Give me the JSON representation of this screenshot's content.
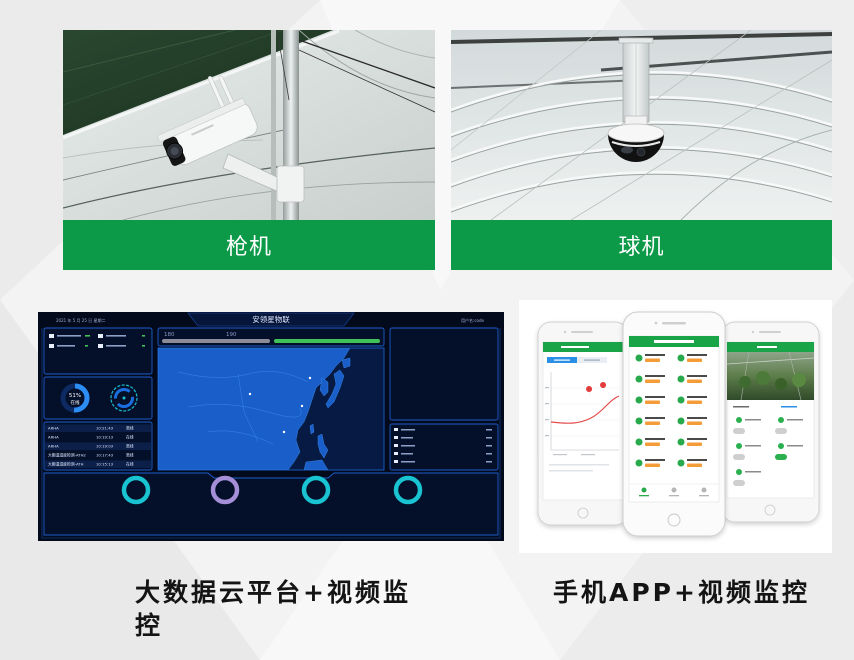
{
  "colors": {
    "label_green": "#0c9a48",
    "dashboard_bg": "#030a1b",
    "dashboard_border": "#1d5ccc",
    "map_land": "#1a5fc9",
    "map_sea": "#071a44",
    "ring_blue": "#2c8df5",
    "ring_cyan": "#19c3d2",
    "ring_purple": "#a48fd8",
    "app_green": "#1aa64b",
    "value_orange": "#f39c38"
  },
  "camera_panels": [
    {
      "label": "枪机",
      "icon": "bullet-camera-icon"
    },
    {
      "label": "球机",
      "icon": "dome-camera-icon"
    }
  ],
  "dashboard": {
    "title": "安领星物联",
    "date": "2021 年 5 月 25 日 星期二",
    "user": "用户名:code",
    "bar_values": [
      "180",
      "190"
    ],
    "online_rate": "51%",
    "online_fraction": 0.51,
    "online_label": "在线",
    "events": [
      {
        "device": "ARHA",
        "time": "10:21:43",
        "status": "离线"
      },
      {
        "device": "ARHA",
        "time": "10:19:13",
        "status": "在线"
      },
      {
        "device": "ARHA",
        "time": "10:19:03",
        "status": "离线"
      },
      {
        "device": "大棚温湿度检测-ATH2",
        "time": "10:17:43",
        "status": "离线"
      },
      {
        "device": "大棚温湿度检测-ATH",
        "time": "10:15:13",
        "status": "在线"
      }
    ]
  },
  "captions": {
    "platform": "大数据云平台+视频监控",
    "app": "手机APP+视频监控"
  }
}
